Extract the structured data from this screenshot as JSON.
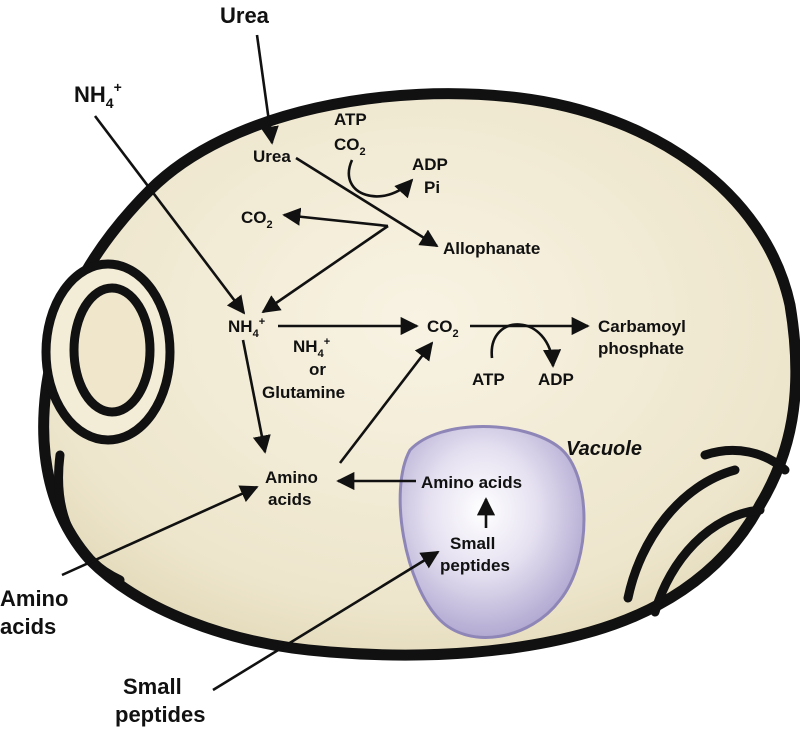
{
  "colors": {
    "cell_fill": "#f1ead3",
    "cell_outline": "#111111",
    "vacuole_fill": "#d4cde6",
    "vacuole_edge": "#8f86b8",
    "arrow": "#111111",
    "text": "#111111"
  },
  "external": {
    "urea": "Urea",
    "nh4_base": "NH",
    "nh4_sub": "4",
    "nh4_sup": "+",
    "amino_line1": "Amino",
    "amino_line2": "acids",
    "peptides_line1": "Small",
    "peptides_line2": "peptides"
  },
  "internal": {
    "urea": "Urea",
    "atp_top": "ATP",
    "co2_top_base": "CO",
    "co2_top_sub": "2",
    "adp_top": "ADP",
    "pi": "Pi",
    "co2_left_base": "CO",
    "co2_left_sub": "2",
    "allophanate": "Allophanate",
    "nh4_base": "NH",
    "nh4_sub": "4",
    "nh4_sup": "+",
    "co2_center_base": "CO",
    "co2_center_sub": "2",
    "carbamoyl_line1": "Carbamoyl",
    "carbamoyl_line2": "phosphate",
    "nh4_or_base": "NH",
    "nh4_or_sub": "4",
    "nh4_or_sup": "+",
    "or": "or",
    "glutamine": "Glutamine",
    "atp_bottom": "ATP",
    "adp_bottom": "ADP",
    "amino_line1": "Amino",
    "amino_line2": "acids"
  },
  "vacuole": {
    "title": "Vacuole",
    "amino_acids": "Amino acids",
    "peptides_line1": "Small",
    "peptides_line2": "peptides"
  }
}
